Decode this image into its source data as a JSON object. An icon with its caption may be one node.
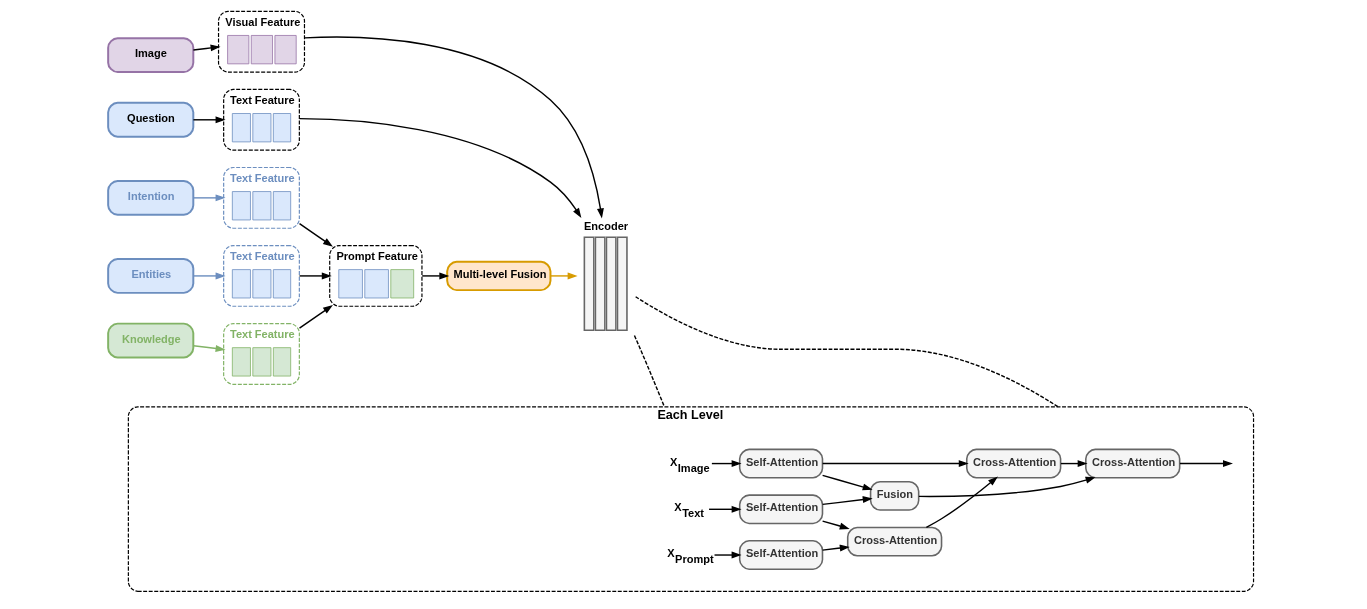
{
  "diagram": {
    "nodes": [
      {
        "text": [
          "Image"
        ]
      },
      {
        "text": [
          "Visual Feature"
        ]
      },
      {
        "text": [
          "Question"
        ]
      },
      {
        "text": [
          "Text Feature"
        ]
      },
      {
        "text": [
          "Intention"
        ]
      },
      {
        "text": [
          "Text Feature"
        ]
      },
      {
        "text": [
          "Entities"
        ]
      },
      {
        "text": [
          "Text Feature"
        ]
      },
      {
        "text": [
          "Knowledge"
        ]
      },
      {
        "text": [
          "Text Feature"
        ]
      },
      {
        "text": [
          "Prompt Feature"
        ]
      },
      {
        "text": [
          "Multi-level Fusion"
        ]
      },
      {
        "text": [
          "Encoder"
        ]
      },
      {
        "text": [
          "Each Level"
        ]
      },
      {
        "text": [
          "X$_{Image}$"
        ],
        "in": 13
      },
      {
        "text": [
          "Self-Attention"
        ],
        "in": 13
      },
      {
        "text": [
          "X$_{Text}$"
        ],
        "in": 13
      },
      {
        "text": [
          "Self-Attention"
        ],
        "in": 13
      },
      {
        "text": [
          "X$_{Prompt}$"
        ],
        "in": 13
      },
      {
        "text": [
          "Self-Attention"
        ],
        "in": 13
      },
      {
        "text": [
          "Fusion"
        ],
        "in": 13
      },
      {
        "text": [
          "Cross-Attention"
        ],
        "in": 13
      },
      {
        "text": [
          "Cross-Attention"
        ],
        "in": 13
      },
      {
        "text": [
          "Cross-Attention"
        ],
        "in": 13
      }
    ],
    "edges": [
      {
        "from": 0,
        "to": 1,
        "arrow": "to"
      },
      {
        "from": 1,
        "to": 12,
        "arrow": "to"
      },
      {
        "from": 2,
        "to": 3,
        "arrow": "to"
      },
      {
        "from": 3,
        "to": 12,
        "arrow": "to"
      },
      {
        "from": 4,
        "to": 5,
        "arrow": "to",
        "color": "#6c8ebf"
      },
      {
        "from": 6,
        "to": 7,
        "arrow": "to",
        "color": "#6c8ebf"
      },
      {
        "from": 8,
        "to": 9,
        "arrow": "to",
        "color": "#82b366"
      },
      {
        "from": 5,
        "to": 10,
        "arrow": "to"
      },
      {
        "from": 7,
        "to": 10,
        "arrow": "to"
      },
      {
        "from": 9,
        "to": 10,
        "arrow": "to"
      },
      {
        "from": 10,
        "to": 11,
        "arrow": "to"
      },
      {
        "from": 11,
        "to": 12,
        "arrow": "to",
        "color": "#d79b00"
      },
      {
        "from": 12,
        "to": 13,
        "arrow": "none",
        "style": "dashed"
      },
      {
        "from": 12,
        "to": 13,
        "arrow": "none",
        "style": "dashed"
      },
      {
        "from": 14,
        "to": 15,
        "arrow": "to"
      },
      {
        "from": 15,
        "to": 20,
        "arrow": "to"
      },
      {
        "from": 15,
        "to": 22,
        "arrow": "to"
      },
      {
        "from": 16,
        "to": 17,
        "arrow": "to"
      },
      {
        "from": 17,
        "to": 20,
        "arrow": "to"
      },
      {
        "from": 17,
        "to": 21,
        "arrow": "to"
      },
      {
        "from": 18,
        "to": 19,
        "arrow": "to"
      },
      {
        "from": 19,
        "to": 21,
        "arrow": "to"
      },
      {
        "from": 21,
        "to": 22,
        "arrow": "to"
      },
      {
        "from": 22,
        "to": 23,
        "arrow": "to"
      },
      {
        "from": 20,
        "to": 23,
        "arrow": "to"
      },
      {
        "from": 23,
        "to": null,
        "arrow": "to"
      }
    ]
  }
}
